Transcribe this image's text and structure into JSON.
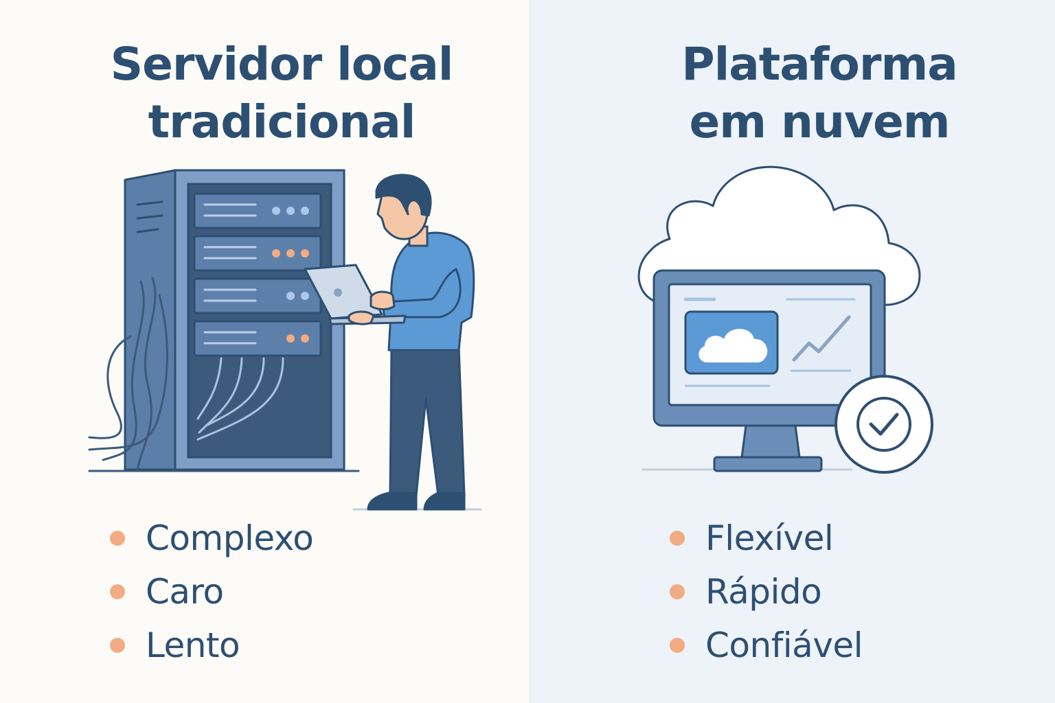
{
  "colors": {
    "heading": "#2d4f72",
    "bullet": "#f2ab82",
    "left_bg": "#fcfbf7",
    "right_bg": "#eef3f9",
    "rack_blue": "#6a8eb8",
    "shirt_blue": "#5c9ad6",
    "pants_navy": "#3c5a7c"
  },
  "left": {
    "title_line1": "Servidor local",
    "title_line2": "tradicional",
    "illustration": "server-rack-with-technician",
    "bullets": [
      "Complexo",
      "Caro",
      "Lento"
    ]
  },
  "right": {
    "title_line1": "Plataforma",
    "title_line2": "em nuvem",
    "illustration": "cloud-monitor-with-checkmark",
    "bullets": [
      "Flexível",
      "Rápido",
      "Confiável"
    ]
  }
}
